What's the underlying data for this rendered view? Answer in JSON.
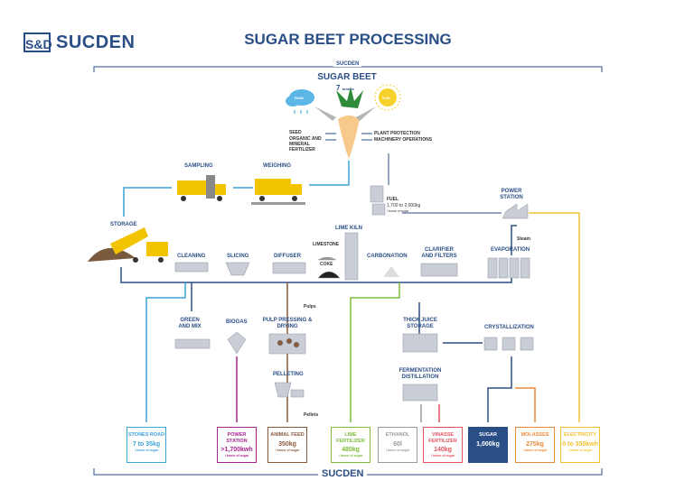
{
  "header": {
    "logo_mark": "S&D",
    "logo_name": "SUCDEN",
    "title": "SUGAR BEET PROCESSING"
  },
  "frame": {
    "top_label": "SUCDEN",
    "bottom_label": "SUCDEN"
  },
  "beet": {
    "title": "SUGAR BEET",
    "amount": "7",
    "amount_unit": "tonnes",
    "rain": "RAIN",
    "sun": "SUN",
    "inputs_left": [
      "SEED",
      "ORGANIC AND MINERAL FERTILIZER"
    ],
    "inputs_right": [
      "PLANT PROTECTION",
      "MACHINERY OPERATIONS"
    ]
  },
  "fuel": {
    "label": "FUEL",
    "amount": "1,700 to 2,000kg",
    "unit": "/ tonne of sugar"
  },
  "stages": {
    "sampling": "SAMPLING",
    "weighing": "WEIGHING",
    "storage": "STORAGE",
    "cleaning": "CLEANING",
    "slicing": "SLICING",
    "diffuser": "DIFFUSER",
    "lime_kiln": "LIME KILN",
    "limestone": "LIMESTONE",
    "coke": "COKE",
    "carbonation": "CARBONATION",
    "clarifier": "CLARIFIER AND FILTERS",
    "evaporation": "EVAPORATION",
    "power_station": "POWER STATION",
    "steam": "Steam",
    "green_mix": "GREEN AND MIX",
    "biogas": "BIOGAS",
    "pulp_pressing": "PULP PRESSING & DRYING",
    "pulps": "Pulps",
    "pelleting": "PELLETING",
    "pellets": "Pellets",
    "thick_juice": "THICK JUICE STORAGE",
    "crystallization": "CRYSTALLIZATION",
    "fermentation": "FERMENTATION DISTILLATION"
  },
  "outputs": [
    {
      "title": "STONES ROAD",
      "value": "7 to 35kg",
      "unit": "/ tonne of sugar",
      "color": "#3aa3d8",
      "fill": false
    },
    {
      "title": "POWER STATION",
      "value": ">1,700kwh",
      "unit": "/ tonne of sugar",
      "color": "#a5268e",
      "fill": false
    },
    {
      "title": "ANIMAL FEED",
      "value": "350kg",
      "unit": "/ tonne of sugar",
      "color": "#8a5a3c",
      "fill": false
    },
    {
      "title": "LIME FERTILIZER",
      "value": "480kg",
      "unit": "/ tonne of sugar",
      "color": "#7dbb3a",
      "fill": false
    },
    {
      "title": "ETHANOL",
      "value": "60l",
      "unit": "/ tonne of sugar",
      "color": "#9a9a9a",
      "fill": false
    },
    {
      "title": "VINASSE FERTILIZER",
      "value": "140kg",
      "unit": "/ tonne of sugar",
      "color": "#e2535f",
      "fill": false
    },
    {
      "title": "SUGAR",
      "value": "1,000kg",
      "unit": "",
      "color": "#2a4f86",
      "fill": true
    },
    {
      "title": "MOLASSES",
      "value": "275kg",
      "unit": "/ tonne of sugar",
      "color": "#e98a3a",
      "fill": false
    },
    {
      "title": "ELECTRICITY",
      "value": "0 to 350kwh",
      "unit": "/ tonne of sugar",
      "color": "#f2c22e",
      "fill": false
    }
  ]
}
